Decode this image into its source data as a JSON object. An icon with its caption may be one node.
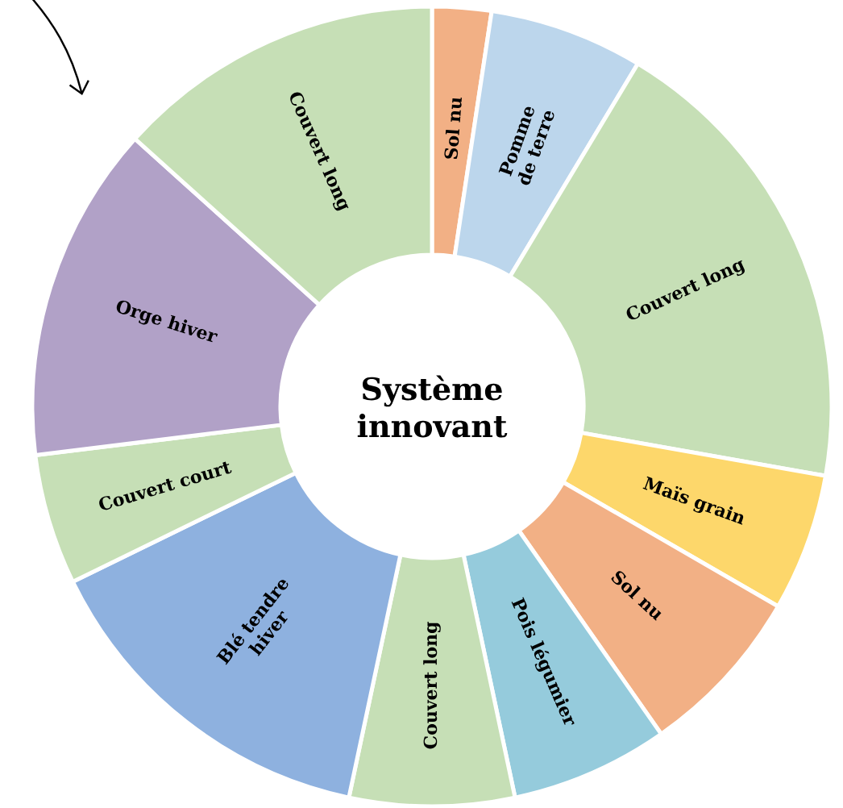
{
  "diagram": {
    "nodes": [
      {
        "text": [
          "Système innovant"
        ]
      },
      {
        "text": [
          "Sol nu"
        ]
      },
      {
        "text": [
          "Pomme de terre"
        ]
      },
      {
        "text": [
          "Couvert long"
        ]
      },
      {
        "text": [
          "Maïs grain"
        ]
      },
      {
        "text": [
          "Sol nu"
        ]
      },
      {
        "text": [
          "Pois légumier"
        ]
      },
      {
        "text": [
          "Couvert long"
        ]
      },
      {
        "text": [
          "Blé tendre hiver"
        ]
      },
      {
        "text": [
          "Couvert court"
        ]
      },
      {
        "text": [
          "Orge hiver"
        ]
      },
      {
        "text": [
          "Couvert long"
        ]
      }
    ]
  }
}
